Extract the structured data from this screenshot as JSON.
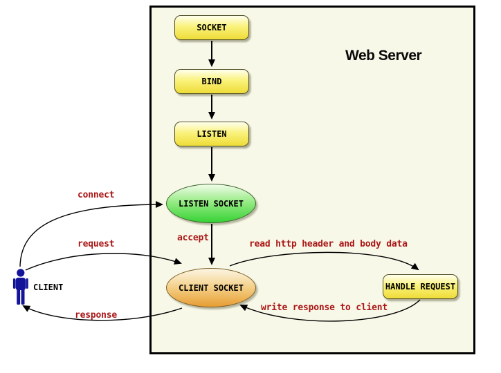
{
  "diagram": {
    "container_label": "Web Server",
    "nodes": {
      "socket": {
        "label": "SOCKET",
        "shape": "rounded-rect"
      },
      "bind": {
        "label": "BIND",
        "shape": "rounded-rect"
      },
      "listen": {
        "label": "LISTEN",
        "shape": "rounded-rect"
      },
      "listen_socket": {
        "label": "LISTEN SOCKET",
        "shape": "ellipse"
      },
      "client_socket": {
        "label": "CLIENT SOCKET",
        "shape": "ellipse"
      },
      "handle_request": {
        "label": "HANDLE REQUEST",
        "shape": "rounded-rect"
      },
      "client": {
        "label": "CLIENT",
        "shape": "person-figure"
      }
    },
    "edges": [
      {
        "from": "socket",
        "to": "bind",
        "label": ""
      },
      {
        "from": "bind",
        "to": "listen",
        "label": ""
      },
      {
        "from": "listen",
        "to": "listen_socket",
        "label": ""
      },
      {
        "from": "listen_socket",
        "to": "client_socket",
        "label": "accept"
      },
      {
        "from": "client",
        "to": "listen_socket",
        "label": "connect"
      },
      {
        "from": "client",
        "to": "client_socket",
        "label": "request"
      },
      {
        "from": "client_socket",
        "to": "client",
        "label": "response"
      },
      {
        "from": "client_socket",
        "to": "handle_request",
        "label": "read http header and body data"
      },
      {
        "from": "handle_request",
        "to": "client_socket",
        "label": "write response to client"
      }
    ],
    "colors": {
      "container_bg": "#f8f8e8",
      "container_border": "#000000",
      "process_box_top": "#ffffee",
      "process_box_bottom": "#eedc38",
      "listen_socket_top": "#f1fce9",
      "listen_socket_bottom": "#36d236",
      "client_socket_top": "#fcf6e4",
      "client_socket_bottom": "#e79d33",
      "edge_label_text": "#aa1616",
      "node_text": "#000000",
      "client_figure": "#14149a",
      "arrow": "#000000"
    }
  }
}
